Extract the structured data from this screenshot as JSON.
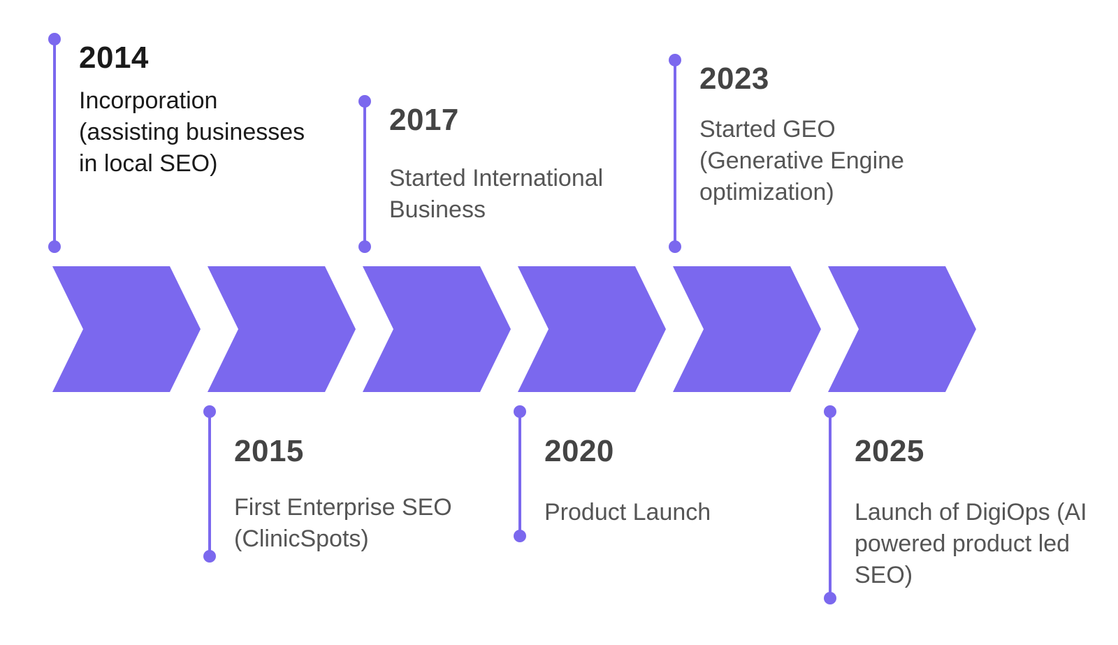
{
  "colors": {
    "accent": "#7b68ee",
    "chevron_fill": "#7b68ee",
    "year_text": "#444444",
    "desc_text": "#555555",
    "first_event_text": "#1a1a1a"
  },
  "timeline": {
    "chevron_count": 6,
    "events": [
      {
        "year": "2014",
        "description": "Incorporation (assisting businesses in local SEO)"
      },
      {
        "year": "2015",
        "description": "First Enterprise SEO (ClinicSpots)"
      },
      {
        "year": "2017",
        "description": "Started International Business"
      },
      {
        "year": "2020",
        "description": "Product Launch"
      },
      {
        "year": "2023",
        "description": "Started GEO (Generative Engine optimization)"
      },
      {
        "year": "2025",
        "description": "Launch of DigiOps (AI powered product led SEO)"
      }
    ]
  }
}
